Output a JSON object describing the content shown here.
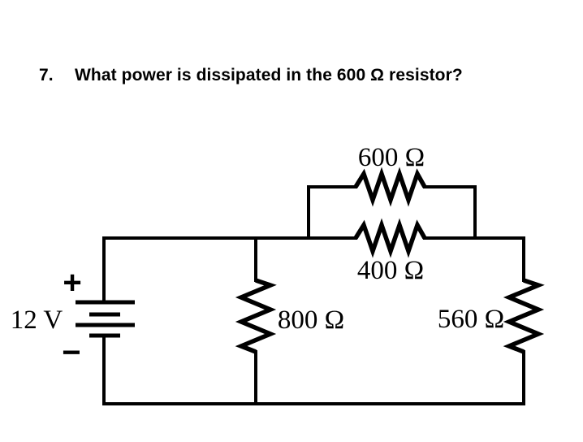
{
  "question": {
    "number": "7.",
    "text": "What power is dissipated in the 600 Ω resistor?"
  },
  "circuit": {
    "battery": {
      "label": "12 V",
      "plus": "+",
      "minus": "−"
    },
    "resistors": {
      "r600": "600 Ω",
      "r400": "400 Ω",
      "r800": "800 Ω",
      "r560": "560 Ω"
    },
    "colors": {
      "ink": "#000000",
      "background": "#ffffff"
    }
  }
}
